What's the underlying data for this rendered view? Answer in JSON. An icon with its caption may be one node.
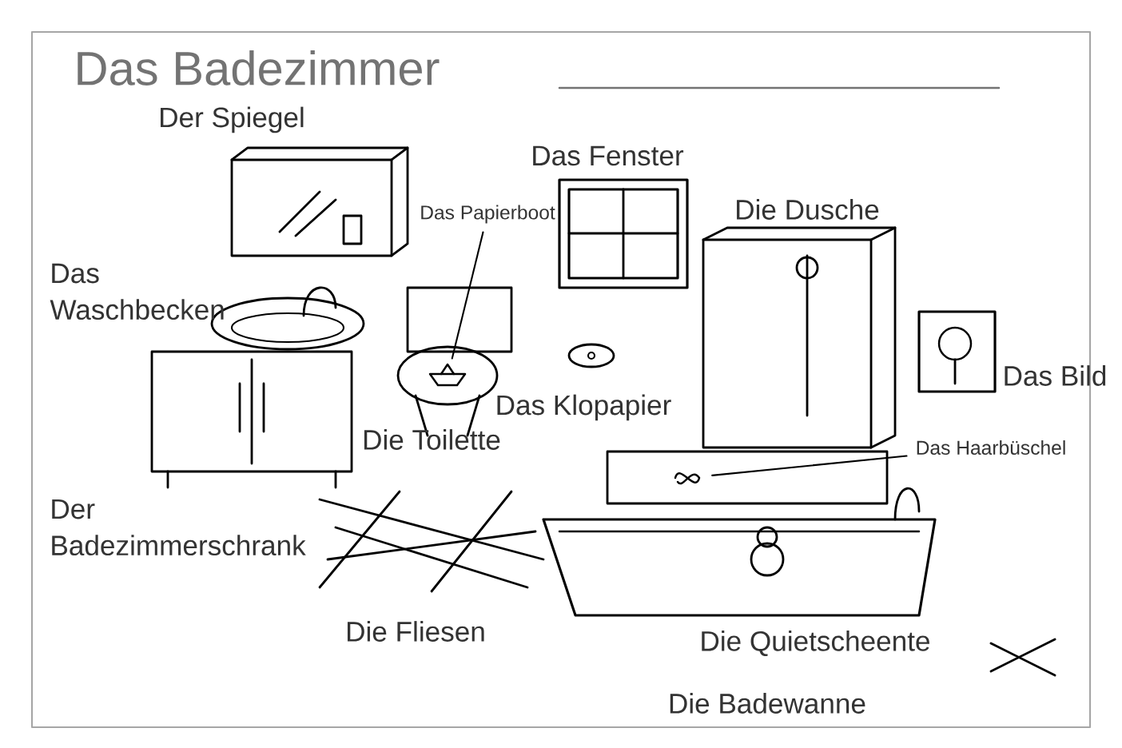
{
  "diagram": {
    "title": "Das Badezimmer",
    "nodes": [
      {
        "text": [
          "Das Papierboot"
        ]
      },
      {
        "text": [],
        "shape": "picture"
      },
      {
        "text": [
          "Das Haarbüschel"
        ]
      },
      {
        "text": [],
        "shape": "picture"
      }
    ],
    "edges": [
      {
        "from": 0,
        "to": 1,
        "arrow": "none"
      },
      {
        "from": 2,
        "to": 3,
        "arrow": "none"
      }
    ],
    "labels": [
      "Der Spiegel",
      "Das Fenster",
      "Die Dusche",
      "Das Waschbecken",
      "Das Bild",
      "Das Klopapier",
      "Die Toilette",
      "Der Badezimmerschrank",
      "Die Fliesen",
      "Die Quietscheente",
      "Die Badewanne"
    ]
  }
}
